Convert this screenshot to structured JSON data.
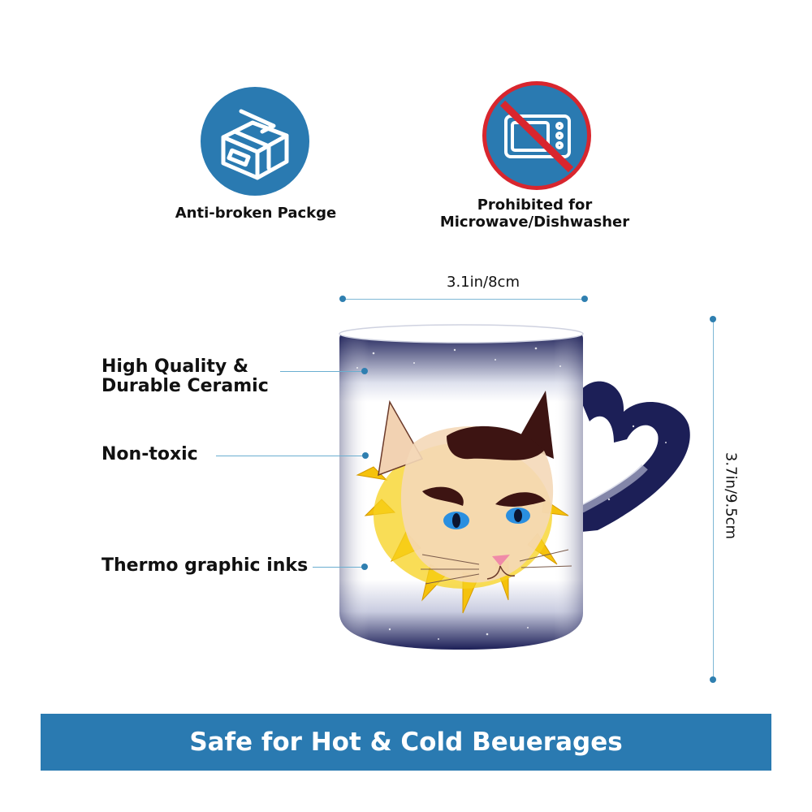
{
  "badges": {
    "package": {
      "label": "Anti-broken Packge",
      "icon": "box-icon"
    },
    "microwave": {
      "label_line1": "Prohibited for",
      "label_line2": "Microwave/Dishwasher",
      "icon": "no-microwave-icon"
    }
  },
  "dimensions": {
    "width": "3.1in/8cm",
    "height": "3.7in/9.5cm"
  },
  "features": {
    "quality_line1": "High Quality &",
    "quality_line2": "Durable Ceramic",
    "nontoxic": "Non-toxic",
    "inks": "Thermo graphic inks"
  },
  "banner": {
    "text": "Safe for Hot & Cold Beuerages"
  },
  "colors": {
    "accent": "#2a7ab1",
    "badge_blue": "#2a7ab1",
    "prohibit_red": "#d8262e",
    "mug_navy": "#1c1f57"
  }
}
